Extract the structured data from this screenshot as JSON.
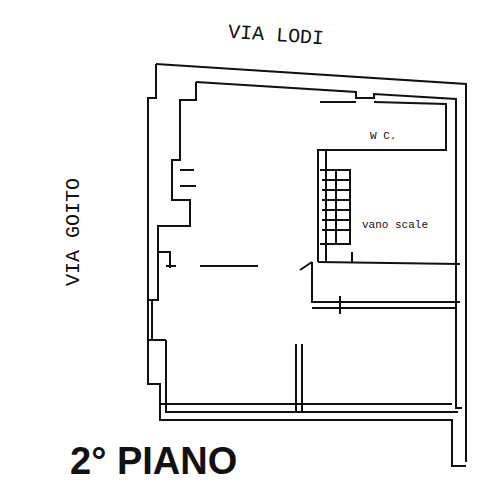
{
  "diagram": {
    "title": "2° PIANO",
    "labels": [
      "VIA LODI",
      "VIA GOITO",
      "W C.",
      "vano scale"
    ]
  }
}
